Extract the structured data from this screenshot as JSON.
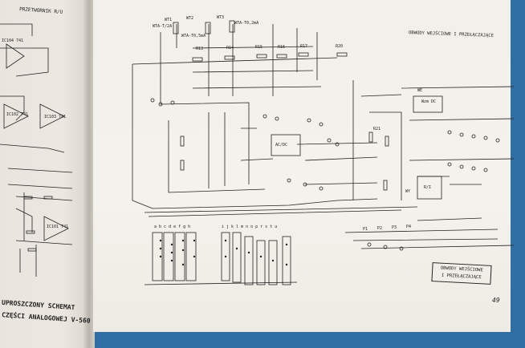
{
  "photo": {
    "colors": {
      "background": "#2f6fa3",
      "paper": "#f2f0ea",
      "ink": "#222222"
    }
  },
  "left_page": {
    "header": "PRZETWORNIK R/U",
    "caption_line1": "UPROSZCZONY SCHEMAT",
    "caption_line2": "CZĘŚCI ANALOGOWEJ V-560"
  },
  "right_page": {
    "header": "OBWODY WEJŚCIOWE I PRZEŁĄCZAJĄCE",
    "box_line1": "OBWODY WEJŚCIOWE",
    "box_line2": "I PRZEŁĄCZAJĄCE",
    "page_number": "49",
    "labels": {
      "wt1": "WT1",
      "wt2": "WT2",
      "wt3": "WT3",
      "wta1": "WTA-T/2A",
      "wta2": "WTA-T0,2mA",
      "wt2v": "WTA-T0,5mA",
      "acdc": "AC/DC",
      "ri": "R/I",
      "wzmdc": "Wzm DC",
      "we": "WE",
      "wyq": "WY",
      "r13": "R13",
      "r14": "R14",
      "r15": "R15",
      "r16": "R16",
      "r17": "R17",
      "r20": "R20",
      "r21": "R21",
      "p1": "P1",
      "p2": "P2",
      "p3": "P3",
      "p4": "P4",
      "row_letters": "a b c d e f g h",
      "row_letters2": "i j k l m n o p r s t u",
      "ic1": "IC104 741",
      "ic2": "IC102 741",
      "ic3": "IC103 741",
      "ic4": "IC101 741"
    }
  }
}
